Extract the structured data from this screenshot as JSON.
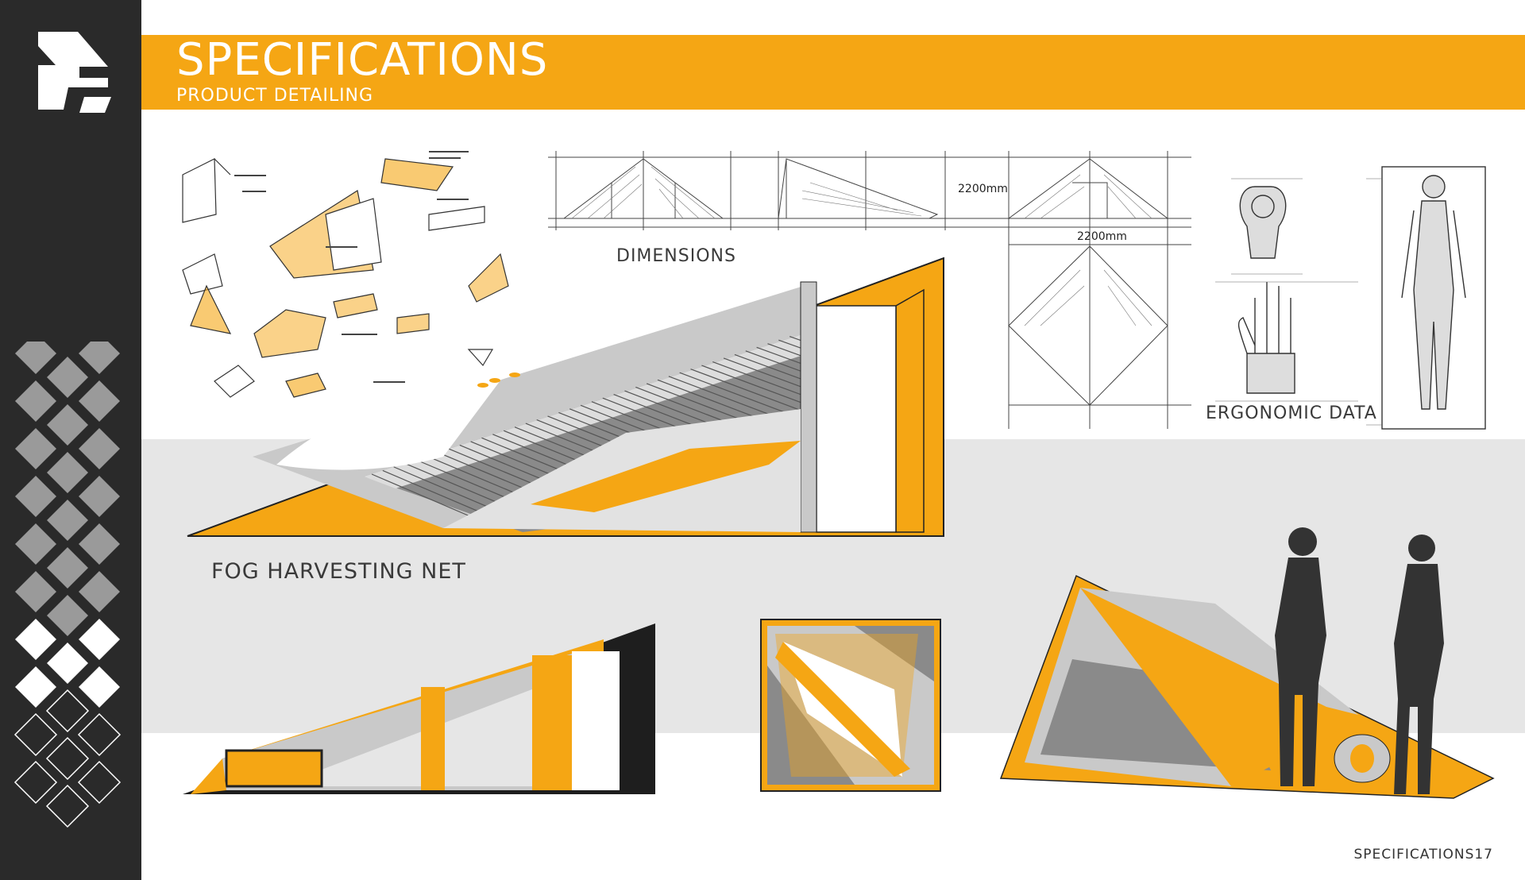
{
  "header": {
    "title": "SPECIFICATIONS",
    "subtitle": "PRODUCT DETAILING"
  },
  "sections": {
    "dimensions_label": "DIMENSIONS",
    "dimension_height": "2200mm",
    "dimension_width": "2200mm",
    "ergonomic_label": "ERGONOMIC DATA",
    "fog_net_label": "FOG HARVESTING NET"
  },
  "footer": {
    "page_label": "SPECIFICATIONS17"
  },
  "colors": {
    "accent": "#f5a614",
    "sidebar": "#2a2a2a",
    "band": "#e6e6e6",
    "tent_grey": "#c9c9c9",
    "text": "#3a3a3a"
  },
  "icons": [
    "brand-logo-icon",
    "diamond-pattern-icon",
    "human-silhouette-icon"
  ]
}
